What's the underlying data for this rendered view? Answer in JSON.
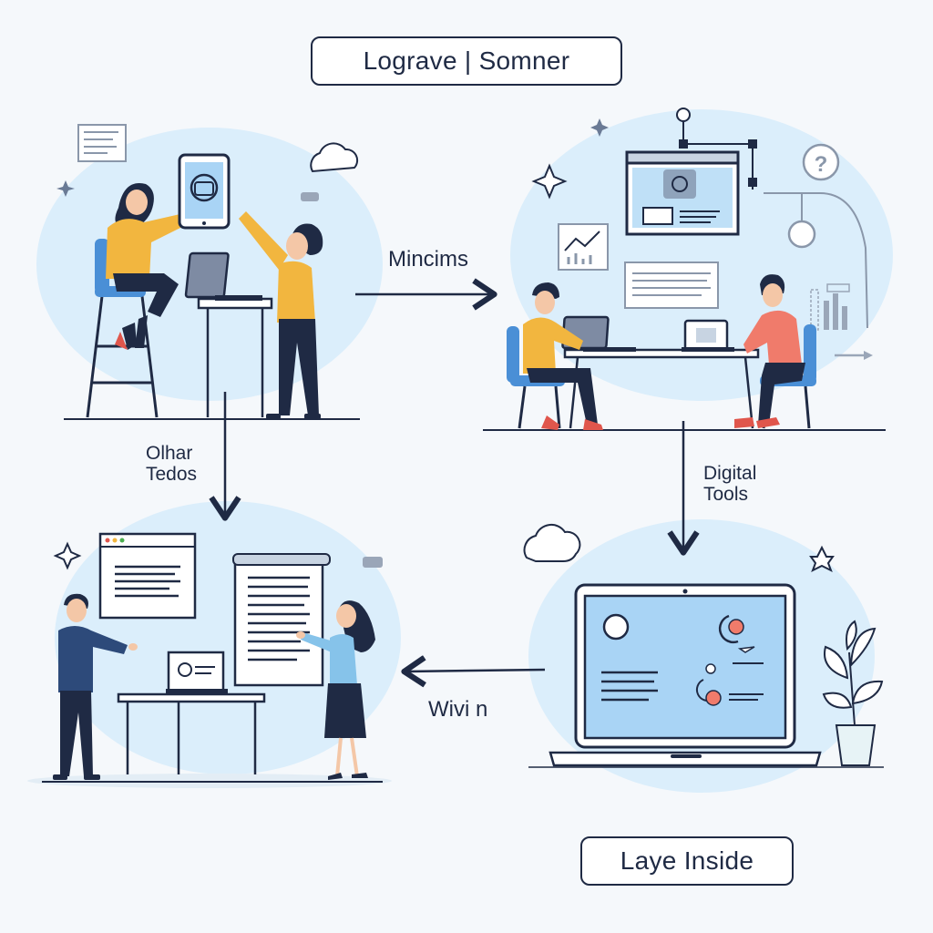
{
  "title": "Lograve | Somner",
  "footer": "Laye Inside",
  "arrows": {
    "top_label": "Mincims",
    "left_label_line1": "Olhar",
    "left_label_line2": "Tedos",
    "right_label_line1": "Digital",
    "right_label_line2": "Tools",
    "bottom_label": "Wivi n"
  },
  "colors": {
    "background": "#f5f8fb",
    "blob": "#dbeefb",
    "ink": "#1f2a44",
    "accent_blue": "#4a8fd6",
    "shirt_yellow": "#f2b63f",
    "shirt_red": "#f07b6b",
    "screen_blue": "#a9d4f5",
    "plant_green": "#e7f3f6"
  },
  "icons": [
    "cloud-icon",
    "sparkle-icon",
    "question-icon",
    "chart-icon",
    "plant-icon",
    "laptop-icon",
    "tablet-icon"
  ]
}
